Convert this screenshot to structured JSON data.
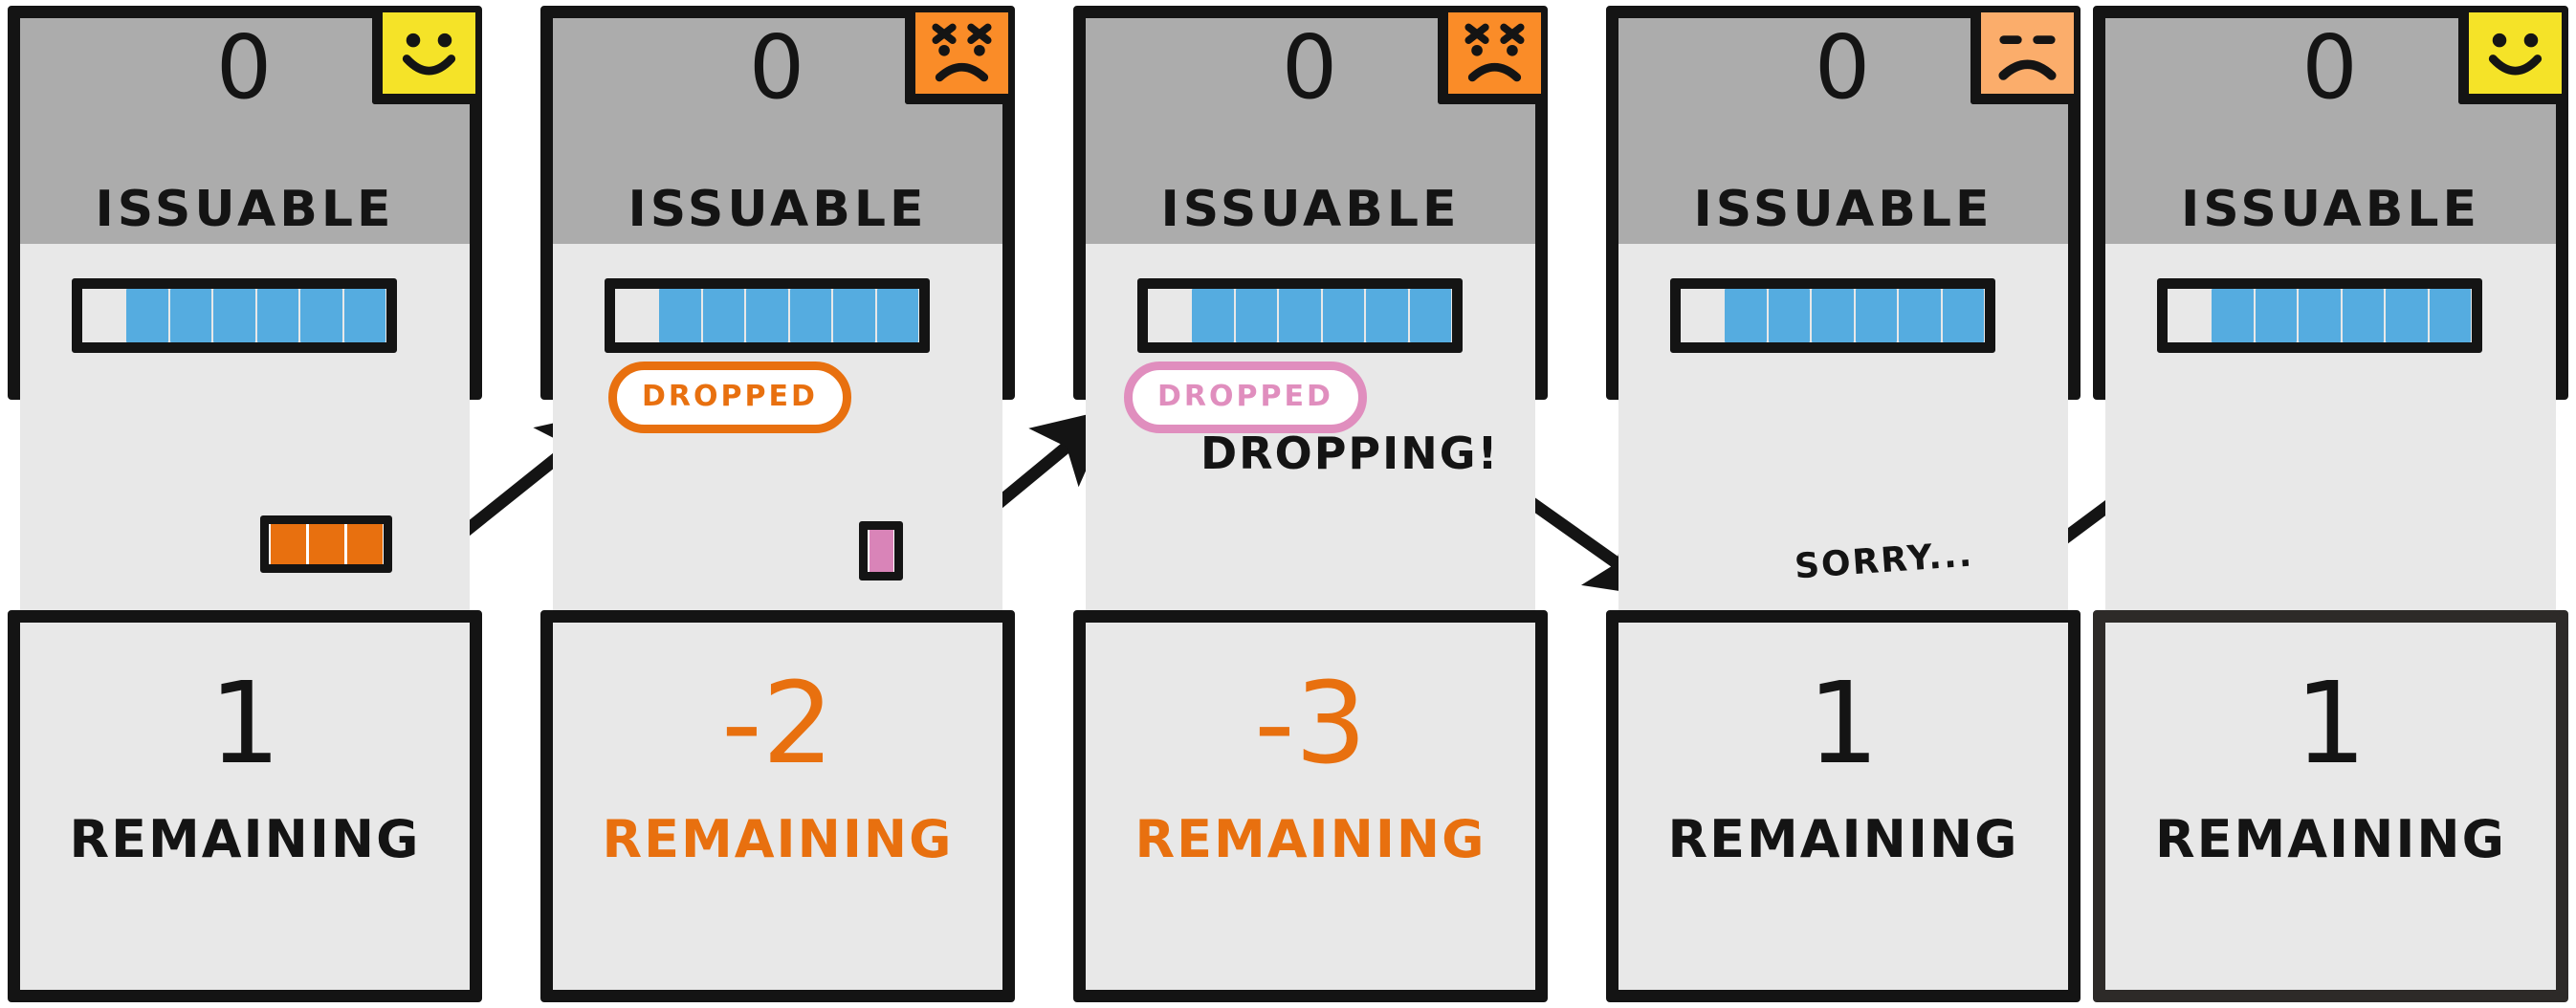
{
  "diagram": {
    "title": "Issuable tokens and remaining capacity over five steps",
    "colors": {
      "ink": "#141414",
      "card_body": "#e8e8e8",
      "card_header_gray": "#acacac",
      "token_blue": "#55ace0",
      "orange": "#e8700f",
      "badge_orange": "#fa8c28",
      "badge_peach": "#fbad6b",
      "badge_yellow": "#f5e328",
      "pink": "#e08ebe",
      "pink_block": "#d984b8"
    }
  },
  "top_cards": [
    {
      "count": "0",
      "label": "ISSUABLE",
      "mood": "smiley-happy-icon",
      "mood_color": "#f5e328",
      "slots_total": 7,
      "slots_filled": 6
    },
    {
      "count": "0",
      "label": "ISSUABLE",
      "mood": "smiley-angry-icon",
      "mood_color": "#fa8c28",
      "slots_total": 7,
      "slots_filled": 6
    },
    {
      "count": "0",
      "label": "ISSUABLE",
      "mood": "smiley-angry-icon",
      "mood_color": "#fa8c28",
      "slots_total": 7,
      "slots_filled": 6
    },
    {
      "count": "0",
      "label": "ISSUABLE",
      "mood": "smiley-sad-icon",
      "mood_color": "#fbad6b",
      "slots_total": 7,
      "slots_filled": 6
    },
    {
      "count": "0",
      "label": "ISSUABLE",
      "mood": "smiley-happy-icon",
      "mood_color": "#f5e328",
      "slots_total": 7,
      "slots_filled": 6
    }
  ],
  "bottom_cards": [
    {
      "number": "1",
      "label": "REMAINING",
      "negative": false
    },
    {
      "number": "-2",
      "label": "REMAINING",
      "negative": true
    },
    {
      "number": "-3",
      "label": "REMAINING",
      "negative": true
    },
    {
      "number": "1",
      "label": "REMAINING",
      "negative": false
    },
    {
      "number": "1",
      "label": "REMAINING",
      "negative": false
    }
  ],
  "bubbles": [
    {
      "text": "DROPPED",
      "color": "orange"
    },
    {
      "text": "DROPPED",
      "color": "pink"
    }
  ],
  "annotations": [
    {
      "text": "DROPPING!"
    },
    {
      "text": "SORRY..."
    }
  ],
  "block_groups": [
    {
      "count": 3,
      "color": "orange"
    },
    {
      "count": 1,
      "color": "pink"
    }
  ]
}
